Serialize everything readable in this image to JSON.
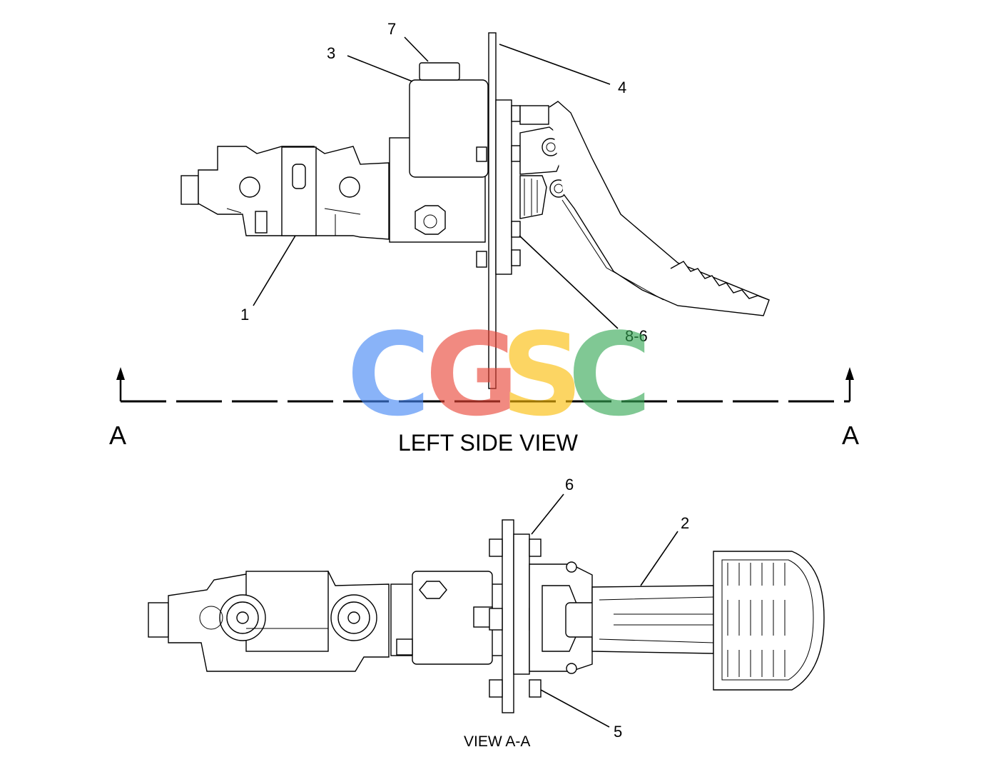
{
  "upper_view": {
    "title": "LEFT SIDE VIEW",
    "section_left": "A",
    "section_right": "A",
    "callouts": [
      "7",
      "3",
      "4",
      "1",
      "8-6"
    ]
  },
  "lower_view": {
    "title": "VIEW A-A",
    "callouts": [
      "6",
      "2",
      "5"
    ]
  },
  "watermark": {
    "letters": [
      "C",
      "G",
      "S",
      "C"
    ],
    "colors": [
      "#4285F4",
      "#EA4335",
      "#FBBC05",
      "#34A853"
    ]
  }
}
